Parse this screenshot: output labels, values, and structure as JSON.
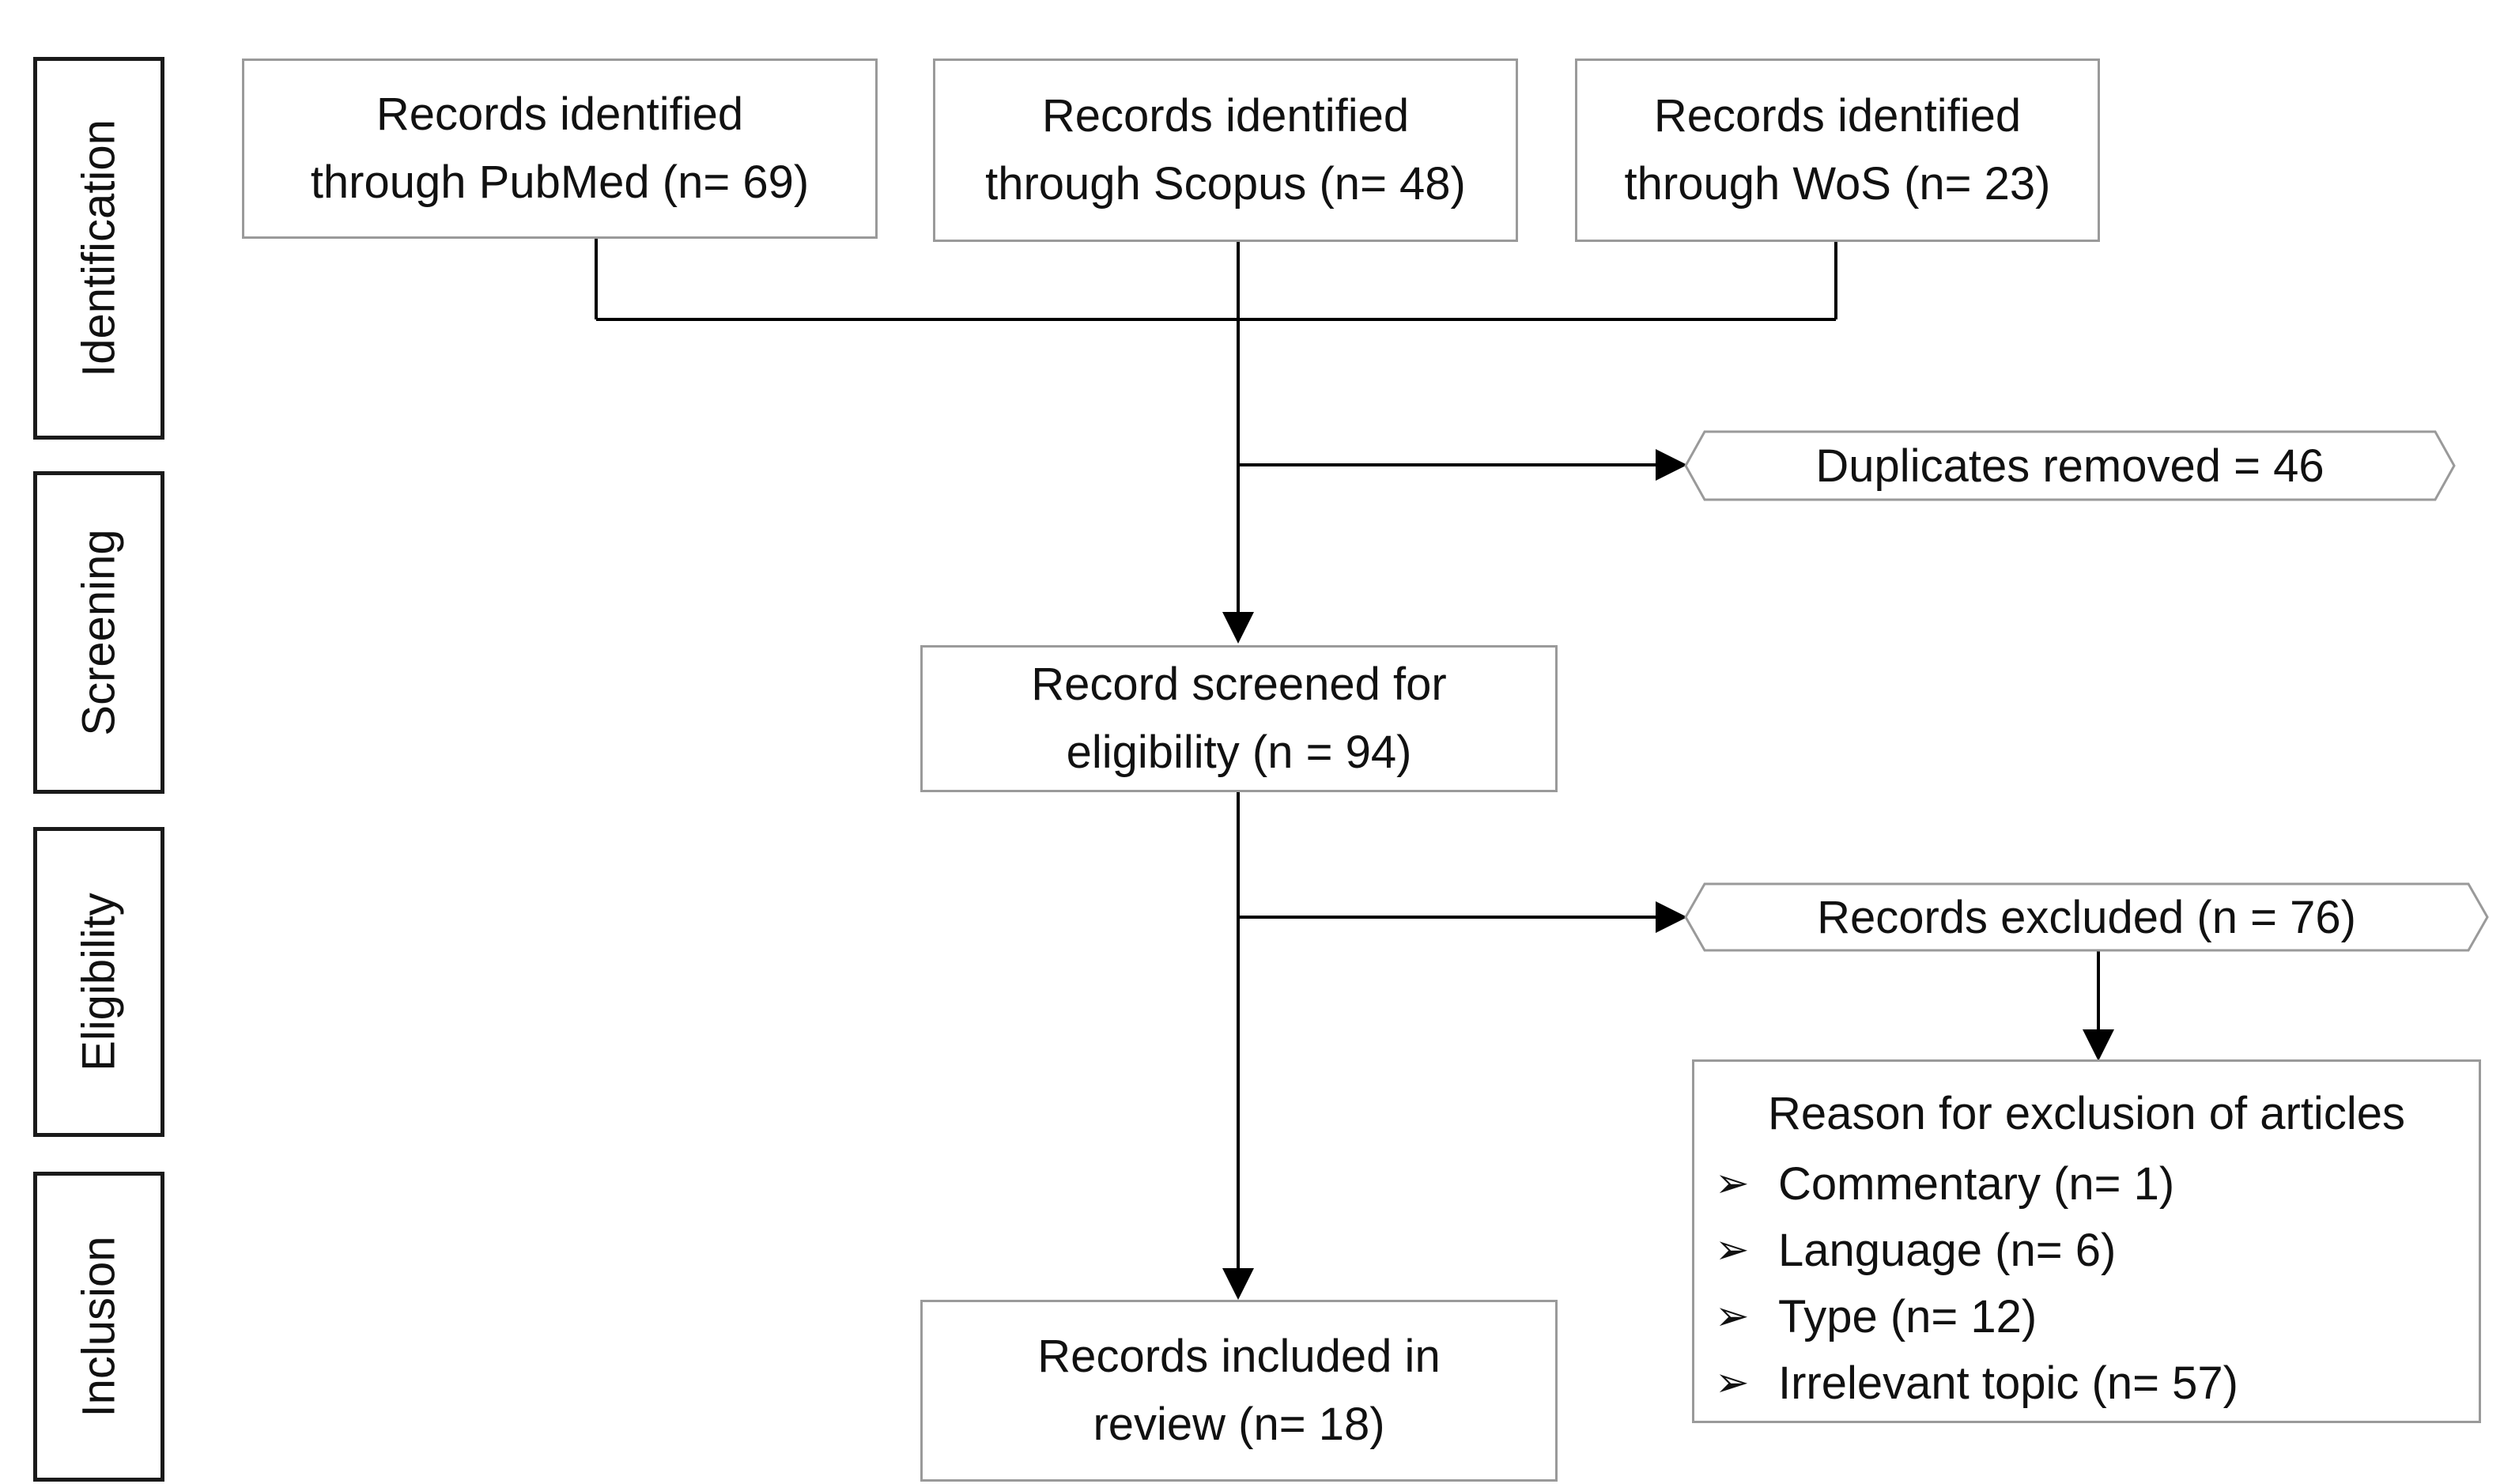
{
  "stages": {
    "identification": "Identification",
    "screening": "Screening",
    "eligibility": "Eligibility",
    "inclusion": "Inclusion"
  },
  "sources": [
    {
      "line1": "Records identified",
      "line2": "through PubMed (n= 69)",
      "n": 69
    },
    {
      "line1": "Records identified",
      "line2": "through Scopus (n= 48)",
      "n": 48
    },
    {
      "line1": "Records identified",
      "line2": "through WoS (n= 23)",
      "n": 23
    }
  ],
  "duplicates": {
    "label": "Duplicates removed = 46",
    "n": 46
  },
  "screened": {
    "line1": "Record screened for",
    "line2": "eligibility (n = 94)",
    "n": 94
  },
  "excluded": {
    "label": "Records excluded (n = 76)",
    "n": 76
  },
  "reasons": {
    "title": "Reason for exclusion of articles",
    "bullet": "➢",
    "items": [
      {
        "label": "Commentary (n= 1)",
        "n": 1
      },
      {
        "label": "Language (n= 6)",
        "n": 6
      },
      {
        "label": "Type (n= 12)",
        "n": 12
      },
      {
        "label": "Irrelevant topic (n= 57)",
        "n": 57
      }
    ]
  },
  "included": {
    "line1": "Records included in",
    "line2": "review (n= 18)",
    "n": 18
  },
  "colors": {
    "line": "#000000",
    "box_border": "#9a9a9a",
    "stage_border": "#1a1a1a"
  }
}
